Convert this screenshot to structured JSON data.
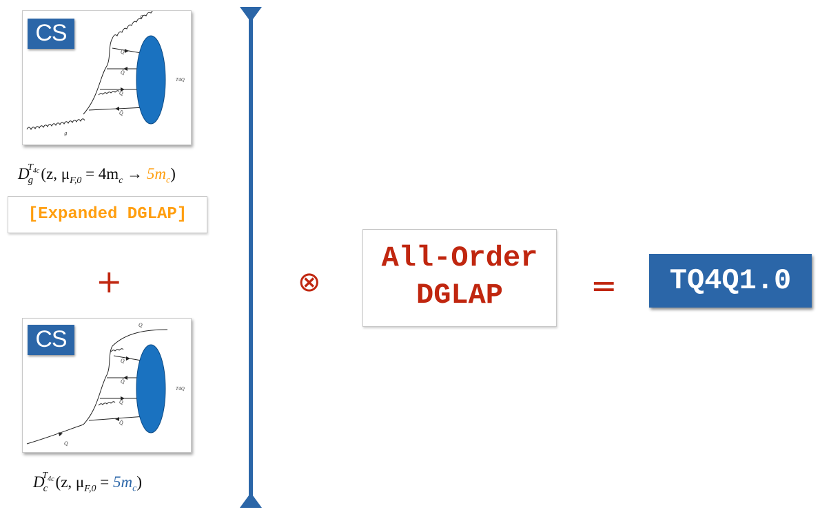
{
  "top_card": {
    "badge": "CS",
    "labels": {
      "g_top": "g",
      "g_bottom": "g",
      "q1": "Q",
      "q2": "Q̄",
      "q3": "Q",
      "q4": "Q̄",
      "tetra": "T4Q"
    }
  },
  "bottom_card": {
    "badge": "CS",
    "labels": {
      "q_top": "Q",
      "q_bottom": "Q",
      "q1": "Q",
      "q2": "Q̄",
      "q3": "Q",
      "q4": "Q̄",
      "tetra": "T4Q"
    }
  },
  "formula_top": {
    "D": "D",
    "sub": "g",
    "sup": "T",
    "sup_sub": "4c",
    "args": "(z, μ",
    "mu_sub": "F,0",
    "equals": " = 4m",
    "mc_sub": "c",
    "arrow": " → ",
    "highlight": "5m",
    "highlight_sub": "c",
    "close": ")"
  },
  "expanded_label": "[Expanded DGLAP]",
  "plus_sign": "+",
  "formula_bottom": {
    "D": "D",
    "sub": "c",
    "sup": "T",
    "sup_sub": "4c",
    "args": "(z, μ",
    "mu_sub": "F,0",
    "equals": " = ",
    "highlight": "5m",
    "highlight_sub": "c",
    "close": ")"
  },
  "otimes": "⊗",
  "all_order": {
    "line1": "All-Order",
    "line2": "DGLAP"
  },
  "equals": "=",
  "result": "TQ4Q1.0",
  "colors": {
    "accent_blue": "#2b66a8",
    "blob_blue": "#1a72c0",
    "red": "#c0260f",
    "orange": "#ff9e0f"
  }
}
